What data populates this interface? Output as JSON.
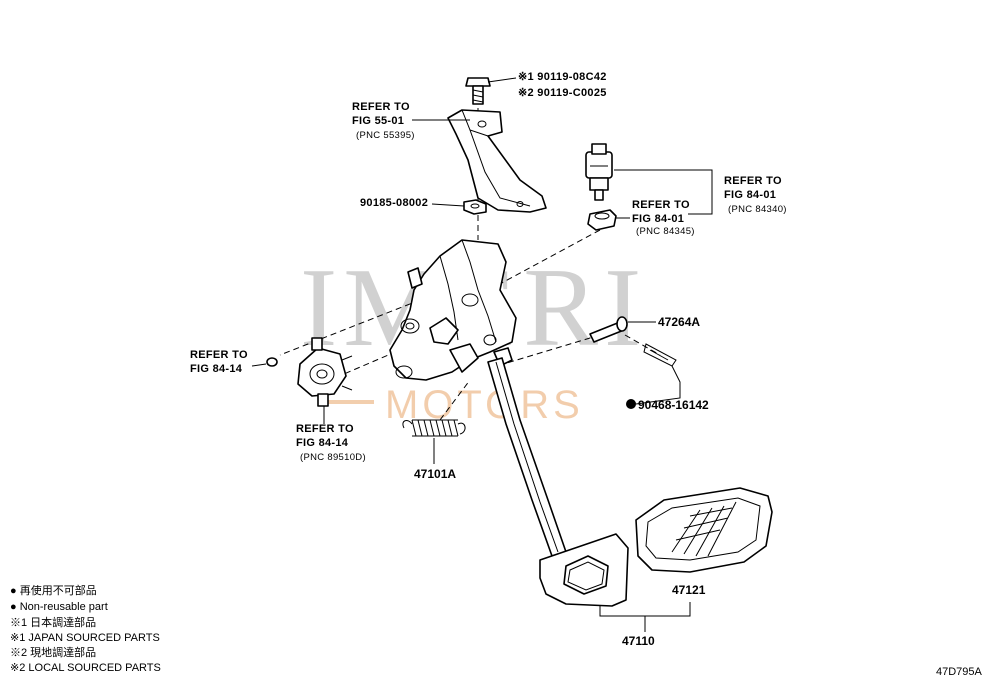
{
  "watermark": {
    "main": "IMERI",
    "sub": "MOTORS"
  },
  "labels": {
    "top_bolt_line1": "※1 90119-08C42",
    "top_bolt_line2": "※2 90119-C0025",
    "refer_55_line1": "REFER TO",
    "refer_55_line2": "FIG 55-01",
    "refer_55_pnc": "(PNC 55395)",
    "nut_90185": "90185-08002",
    "refer_84340_line1": "REFER TO",
    "refer_84340_line2": "FIG 84-01",
    "refer_84340_pnc": "(PNC 84340)",
    "refer_84345_line1": "REFER TO",
    "refer_84345_line2": "FIG 84-01",
    "refer_84345_pnc": "(PNC 84345)",
    "pin_47264A": "47264A",
    "clip_90468": "90468-16142",
    "refer_8414_left_line1": "REFER TO",
    "refer_8414_left_line2": "FIG 84-14",
    "refer_8414_sensor_line1": "REFER TO",
    "refer_8414_sensor_line2": "FIG 84-14",
    "refer_8414_sensor_pnc": "(PNC 89510D)",
    "spring_47101A": "47101A",
    "pad_47121": "47121",
    "pedal_47110": "47110"
  },
  "legend": [
    "● 再使用不可部品",
    "● Non-reusable part",
    "※1 日本調達部品",
    "※1 JAPAN SOURCED PARTS",
    "※2 現地調達部品",
    "※2 LOCAL SOURCED PARTS"
  ],
  "diagram_code": "47D795A"
}
